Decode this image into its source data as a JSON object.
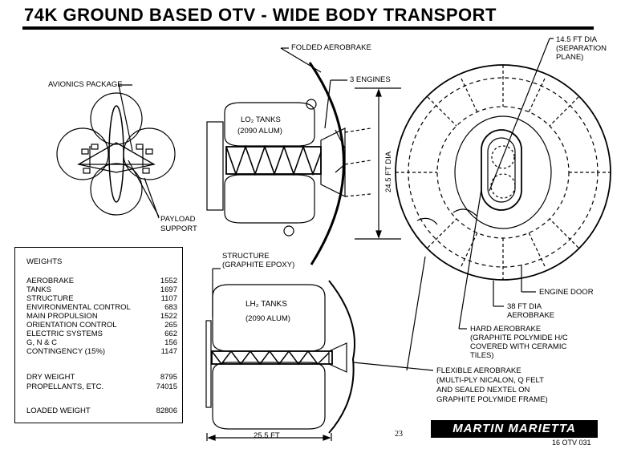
{
  "title": "74K GROUND BASED OTV - WIDE BODY TRANSPORT",
  "labels": {
    "avionics": "AVIONICS PACKAGE",
    "payload_1": "PAYLOAD",
    "payload_2": "SUPPORT",
    "folded_aerobrake": "FOLDED AEROBRAKE",
    "engines": "3 ENGINES",
    "lo2_1": "LO₂ TANKS",
    "lo2_2": "(2090 ALUM)",
    "dia_vertical": "24.5 FT DIA",
    "structure_1": "STRUCTURE",
    "structure_2": "(GRAPHITE EPOXY)",
    "lh2_1": "LH₂ TANKS",
    "lh2_2": "(2090 ALUM)",
    "width": "25.5 FT",
    "sep_1": "14.5 FT DIA",
    "sep_2": "(SEPARATION",
    "sep_3": "PLANE)",
    "engine_door": "ENGINE DOOR",
    "dia38_1": "38 FT DIA",
    "dia38_2": "AEROBRAKE",
    "hard_1": "HARD AEROBRAKE",
    "hard_2": "(GRAPHITE POLYMIDE H/C",
    "hard_3": "COVERED WITH CERAMIC",
    "hard_4": "TILES)",
    "flex_1": "FLEXIBLE AEROBRAKE",
    "flex_2": "(MULTI-PLY NICALON, Q FELT",
    "flex_3": "AND SEALED NEXTEL ON",
    "flex_4": "GRAPHITE POLYMIDE FRAME)"
  },
  "weights": {
    "header": "WEIGHTS",
    "rows": [
      {
        "name": "AEROBRAKE",
        "value": "1552"
      },
      {
        "name": "TANKS",
        "value": "1697"
      },
      {
        "name": "STRUCTURE",
        "value": "1107"
      },
      {
        "name": "ENVIRONMENTAL CONTROL",
        "value": "683"
      },
      {
        "name": "MAIN PROPULSION",
        "value": "1522"
      },
      {
        "name": "ORIENTATION CONTROL",
        "value": "265"
      },
      {
        "name": "ELECTRIC SYSTEMS",
        "value": "662"
      },
      {
        "name": "G, N & C",
        "value": "156"
      },
      {
        "name": "CONTINGENCY (15%)",
        "value": "1147"
      }
    ],
    "dry": {
      "name": "DRY WEIGHT",
      "value": "8795"
    },
    "propellants": {
      "name": "PROPELLANTS, ETC.",
      "value": "74015"
    },
    "loaded": {
      "name": "LOADED WEIGHT",
      "value": "82806"
    }
  },
  "page_number": "23",
  "logo": "MARTIN MARIETTA",
  "ref": "16 OTV 031"
}
